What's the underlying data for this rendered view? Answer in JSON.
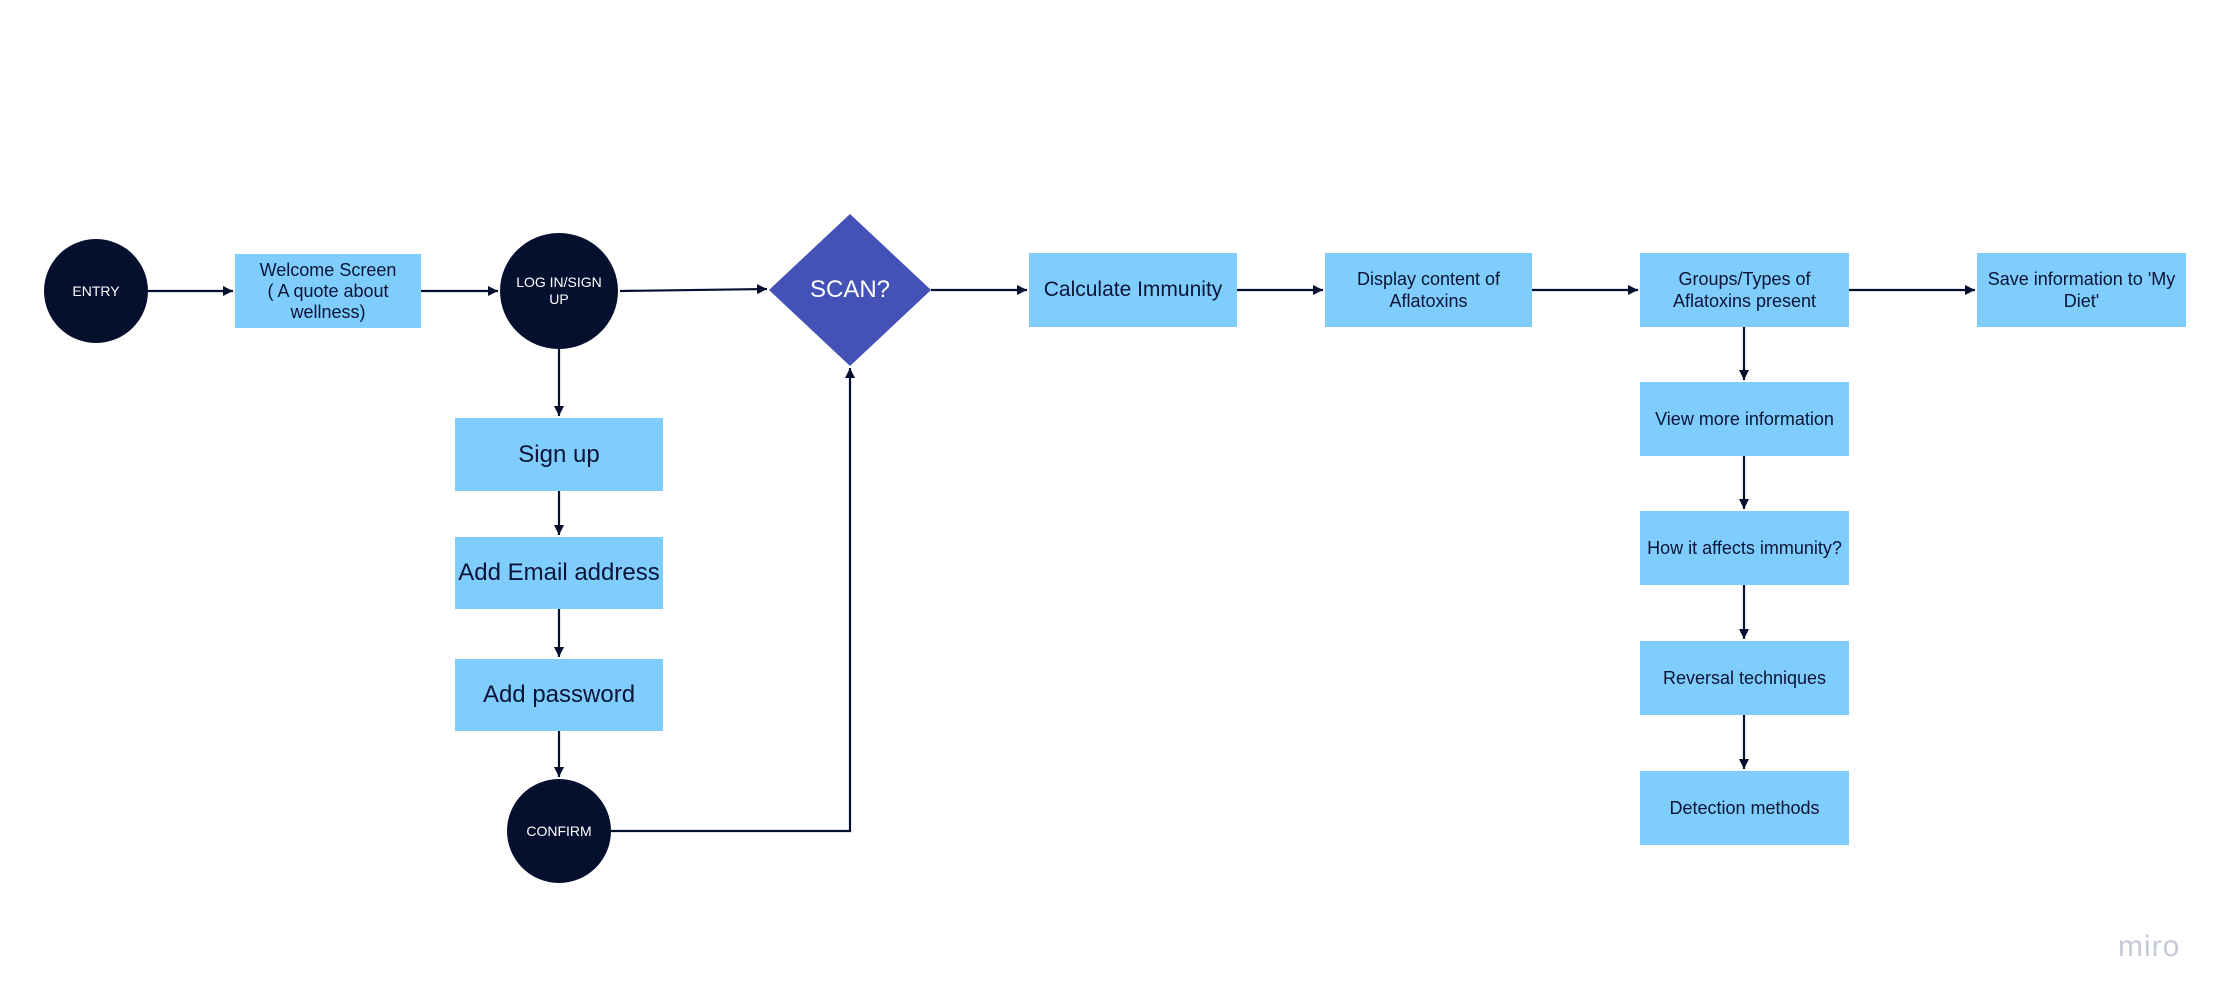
{
  "colors": {
    "box_fill": "#7fcdfc",
    "box_text": "#0b1437",
    "circle_fill": "#050f2e",
    "diamond_fill": "#4452b8",
    "connector": "#050f2e",
    "watermark": "#c5cad8"
  },
  "nodes": {
    "entry": "ENTRY",
    "welcome": "Welcome Screen\n( A quote about wellness)",
    "login": "LOG IN/SIGN UP",
    "signup": "Sign up",
    "email": "Add Email address",
    "password": "Add password",
    "confirm": "CONFIRM",
    "scan": "SCAN?",
    "calculate": "Calculate Immunity",
    "display": "Display content of Aflatoxins",
    "groups": "Groups/Types of Aflatoxins present",
    "save": "Save information to 'My Diet'",
    "view_more": "View more information",
    "affects": "How it affects immunity?",
    "reversal": "Reversal techniques",
    "detection": "Detection methods"
  },
  "watermark": "miro"
}
